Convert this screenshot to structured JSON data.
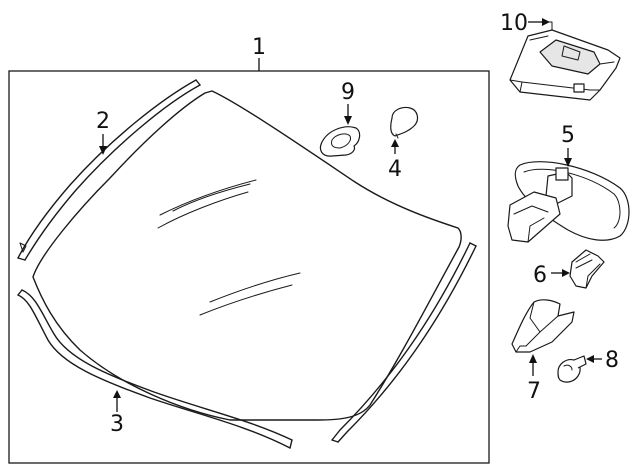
{
  "callouts": {
    "c1": "1",
    "c2": "2",
    "c3": "3",
    "c4": "4",
    "c5": "5",
    "c6": "6",
    "c7": "7",
    "c8": "8",
    "c9": "9",
    "c10": "10"
  },
  "parts": [
    {
      "callout": "1",
      "icon": "windshield-glass"
    },
    {
      "callout": "2",
      "icon": "upper-molding"
    },
    {
      "callout": "3",
      "icon": "lower-molding"
    },
    {
      "callout": "4",
      "icon": "bracket"
    },
    {
      "callout": "5",
      "icon": "rearview-mirror"
    },
    {
      "callout": "6",
      "icon": "clip"
    },
    {
      "callout": "7",
      "icon": "cover"
    },
    {
      "callout": "8",
      "icon": "screw"
    },
    {
      "callout": "9",
      "icon": "retainer"
    },
    {
      "callout": "10",
      "icon": "control-module"
    }
  ]
}
